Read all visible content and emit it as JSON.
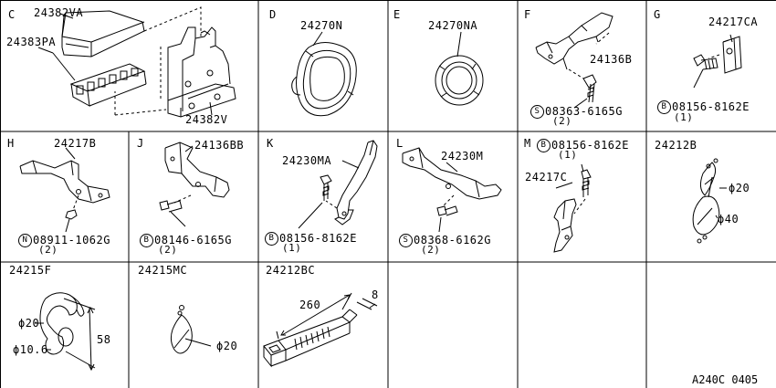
{
  "panels": [
    {
      "letter": "C",
      "parts": [
        "24382VA",
        "24383PA",
        "24382V"
      ]
    },
    {
      "letter": "D",
      "parts": [
        "24270N"
      ]
    },
    {
      "letter": "E",
      "parts": [
        "24270NA"
      ]
    },
    {
      "letter": "F",
      "parts": [
        "24136B"
      ],
      "fastener": {
        "symbol": "S",
        "code": "08363-6165G",
        "qty": "(2)"
      }
    },
    {
      "letter": "G",
      "parts": [
        "24217CA"
      ],
      "fastener": {
        "symbol": "B",
        "code": "08156-8162E",
        "qty": "(1)"
      }
    },
    {
      "letter": "H",
      "parts": [
        "24217B"
      ],
      "fastener": {
        "symbol": "N",
        "code": "08911-1062G",
        "qty": "(2)"
      }
    },
    {
      "letter": "J",
      "parts": [
        "24136BB"
      ],
      "fastener": {
        "symbol": "B",
        "code": "08146-6165G",
        "qty": "(2)"
      }
    },
    {
      "letter": "K",
      "parts": [
        "24230MA"
      ],
      "fastener": {
        "symbol": "B",
        "code": "08156-8162E",
        "qty": "(1)"
      }
    },
    {
      "letter": "L",
      "parts": [
        "24230M"
      ],
      "fastener": {
        "symbol": "S",
        "code": "08368-6162G",
        "qty": "(2)"
      }
    },
    {
      "letter": "M",
      "parts": [
        "24217C"
      ],
      "fastener": {
        "symbol": "B",
        "code": "08156-8162E",
        "qty": "(1)"
      }
    },
    {
      "letter": "",
      "parts": [
        "24212B"
      ],
      "dims": [
        "ϕ20",
        "ϕ40"
      ]
    },
    {
      "letter": "",
      "parts": [
        "24215F"
      ],
      "dims": [
        "ϕ20",
        "ϕ10.6",
        "58"
      ]
    },
    {
      "letter": "",
      "parts": [
        "24215MC"
      ],
      "dims": [
        "ϕ20"
      ]
    },
    {
      "letter": "",
      "parts": [
        "24212BC"
      ],
      "dims": [
        "260",
        "8"
      ]
    }
  ],
  "figure_ref": "A240C 0405",
  "colors": {
    "line": "#000000",
    "background": "#ffffff"
  }
}
